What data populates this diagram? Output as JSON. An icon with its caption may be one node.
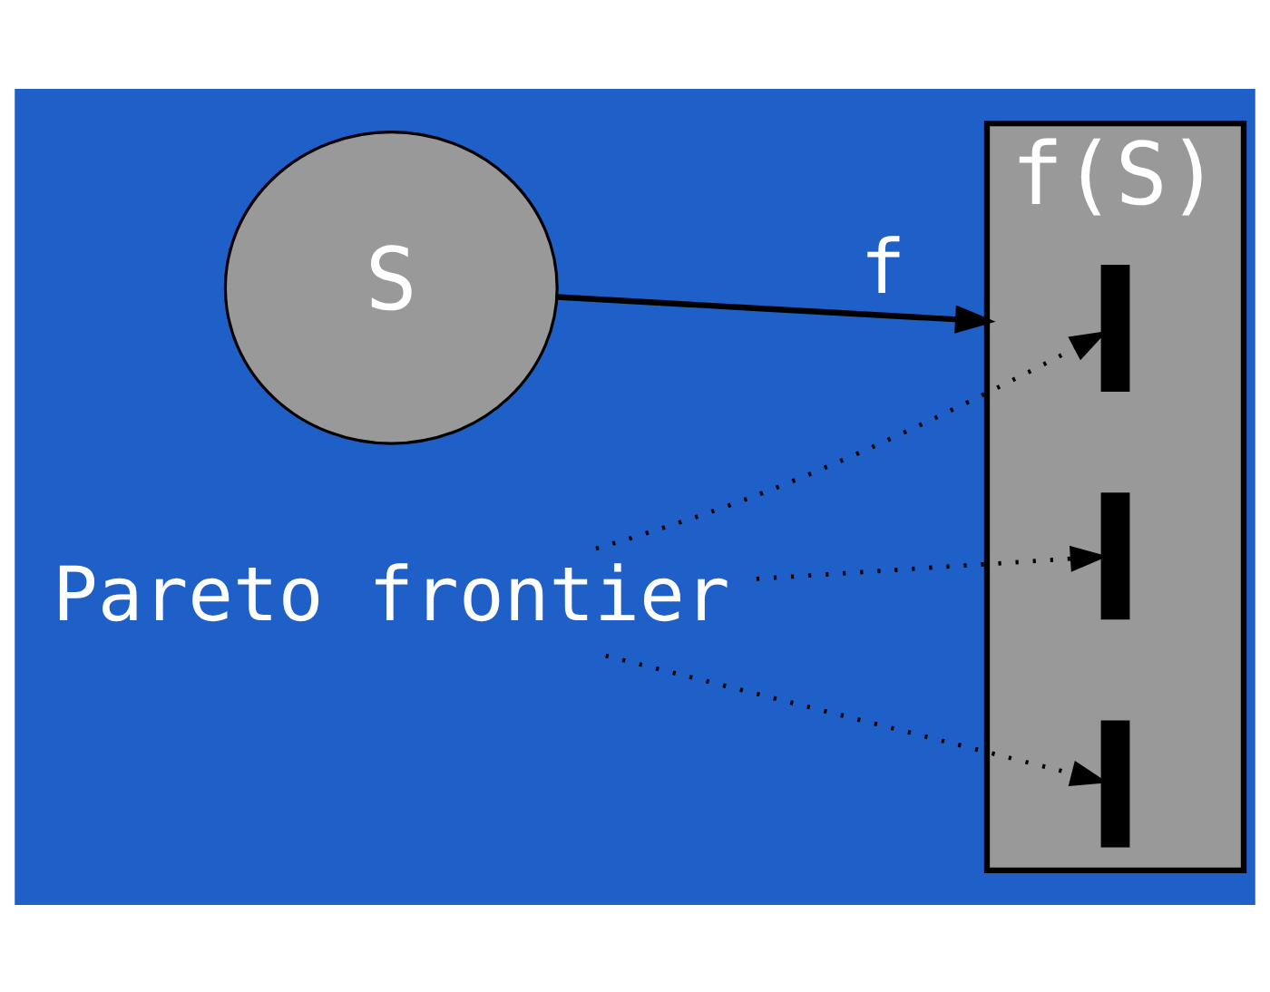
{
  "diagram": {
    "nodes": [
      {
        "text": [
          "S"
        ]
      },
      {
        "text": [
          "f(S)"
        ]
      },
      {
        "text": [],
        "shape": "bar",
        "in": 1
      },
      {
        "text": [],
        "shape": "bar",
        "in": 1
      },
      {
        "text": [],
        "shape": "bar",
        "in": 1
      },
      {
        "text": [
          "Pareto frontier"
        ]
      }
    ],
    "edges": [
      {
        "from": 0,
        "to": 1,
        "arrow": "to",
        "label": "f"
      },
      {
        "from": 5,
        "to": 2,
        "arrow": "to",
        "style": "dashed"
      },
      {
        "from": 5,
        "to": 3,
        "arrow": "to",
        "style": "dashed"
      },
      {
        "from": 5,
        "to": 4,
        "arrow": "to",
        "style": "dashed"
      }
    ]
  }
}
